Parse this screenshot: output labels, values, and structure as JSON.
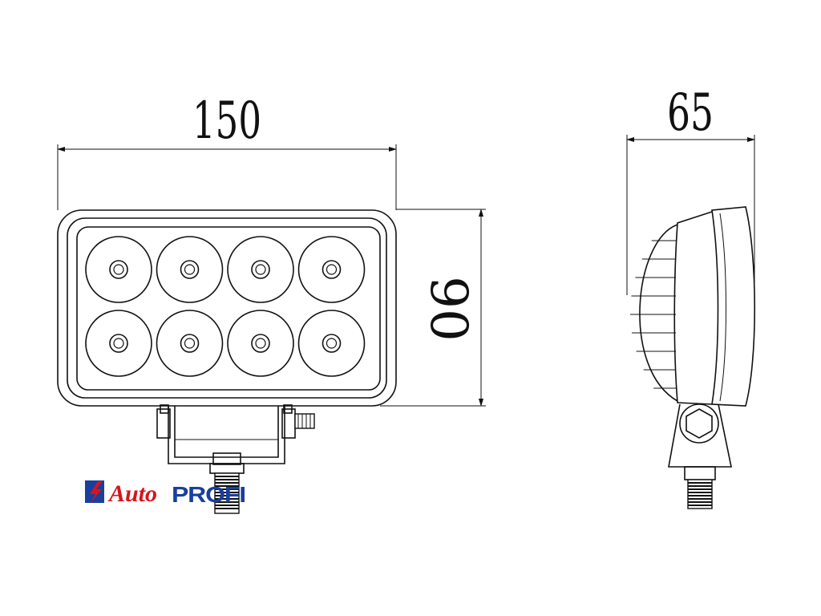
{
  "dimensions": {
    "width": "150",
    "height": "90",
    "depth": "65"
  },
  "front_view": {
    "led_rows": 2,
    "led_columns": 4
  },
  "logo": {
    "word_auto": "Auto",
    "word_profi": "PROFI",
    "color_red": "#d8141c",
    "color_blue": "#1a3f9c"
  }
}
